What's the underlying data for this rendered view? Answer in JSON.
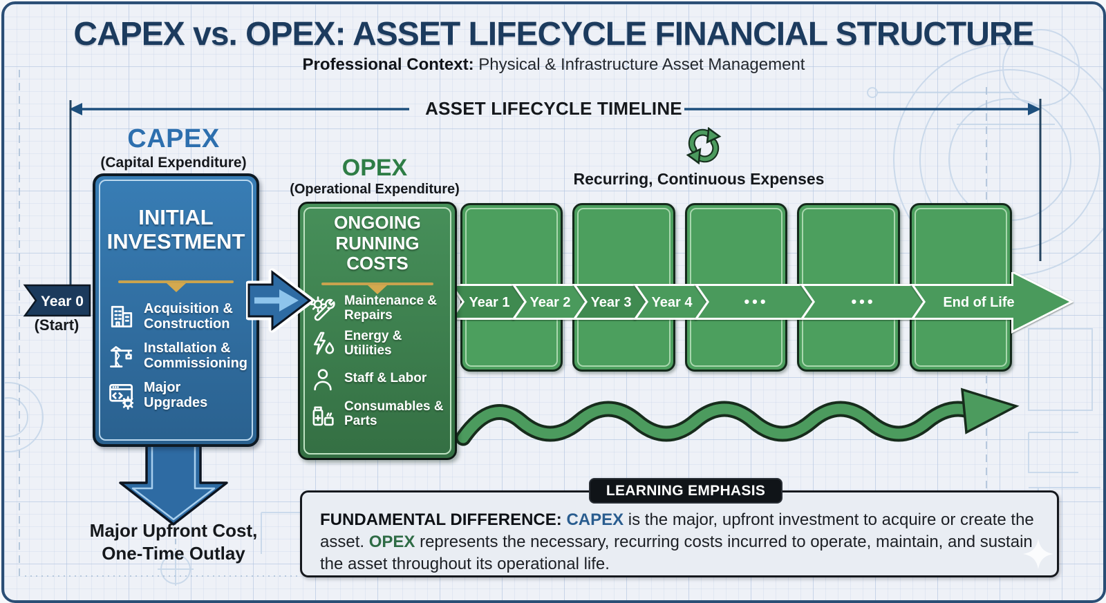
{
  "header": {
    "title": "CAPEX vs. OPEX: ASSET LIFECYCLE FINANCIAL STRUCTURE",
    "context_label": "Professional Context:",
    "context_text": " Physical & Infrastructure Asset Management"
  },
  "timeline": {
    "heading": "ASSET LIFECYCLE TIMELINE",
    "start_label": "Year 0",
    "start_sub": "(Start)",
    "segments": [
      "Year 1",
      "Year 2",
      "Year 3",
      "Year 4",
      "•••",
      "•••",
      "End of Life"
    ],
    "recurring_label": "Recurring, Continuous Expenses"
  },
  "capex": {
    "abbr": "CAPEX",
    "full_name": "(Capital Expenditure)",
    "box_title": "INITIAL INVESTMENT",
    "items": [
      {
        "icon": "building-icon",
        "label": "Acquisition & Construction"
      },
      {
        "icon": "crane-icon",
        "label": "Installation & Commissioning"
      },
      {
        "icon": "upgrades-icon",
        "label": "Major Upgrades"
      }
    ],
    "caption_line1": "Major Upfront Cost,",
    "caption_line2": "One-Time Outlay"
  },
  "opex": {
    "abbr": "OPEX",
    "full_name": "(Operational Expenditure)",
    "box_title": "ONGOING RUNNING COSTS",
    "items": [
      {
        "icon": "maintenance-icon",
        "label": "Maintenance & Repairs"
      },
      {
        "icon": "energy-icon",
        "label": "Energy & Utilities"
      },
      {
        "icon": "staff-icon",
        "label": "Staff & Labor"
      },
      {
        "icon": "consumables-icon",
        "label": "Consumables & Parts"
      }
    ]
  },
  "learning": {
    "badge": "LEARNING EMPHASIS",
    "lead": "FUNDAMENTAL DIFFERENCE:",
    "capex_word": "CAPEX",
    "middle": " is the major, upfront investment to acquire or create the asset. ",
    "opex_word": "OPEX",
    "tail": " represents the necessary, recurring costs incurred to operate, maintain, and sustain the asset throughout its operational life."
  },
  "palette": {
    "title_navy": "#1c3b5e",
    "capex_blue": "#2e6ba3",
    "capex_arrow_light": "#8ec4ec",
    "opex_green": "#3c7d4c",
    "timeline_green": "#4a9a5c",
    "expense_box_green": "#4c9f5e",
    "gold_divider": "#c9a34e",
    "year0_navy": "#1b3a5c",
    "badge_black": "#101418",
    "panel_bg": "#e9edf3"
  }
}
